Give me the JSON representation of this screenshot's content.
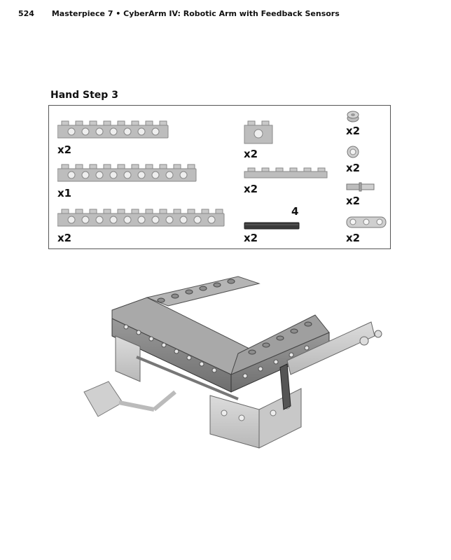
{
  "header": {
    "page_number": "524",
    "title": "Masterpiece 7 • CyberArm IV: Robotic Arm with Feedback Sensors"
  },
  "step": {
    "title": "Hand Step 3"
  },
  "parts": {
    "beam8_qty": "x2",
    "beam10_qty": "x1",
    "beam12_qty": "x2",
    "brick1x2_qty": "x2",
    "plate1x6_qty": "x2",
    "axle_qty": "x2",
    "axle_length": "4",
    "bush_qty": "x2",
    "half_bush_qty": "x2",
    "pin_qty": "x2",
    "liftarm_qty": "x2"
  }
}
